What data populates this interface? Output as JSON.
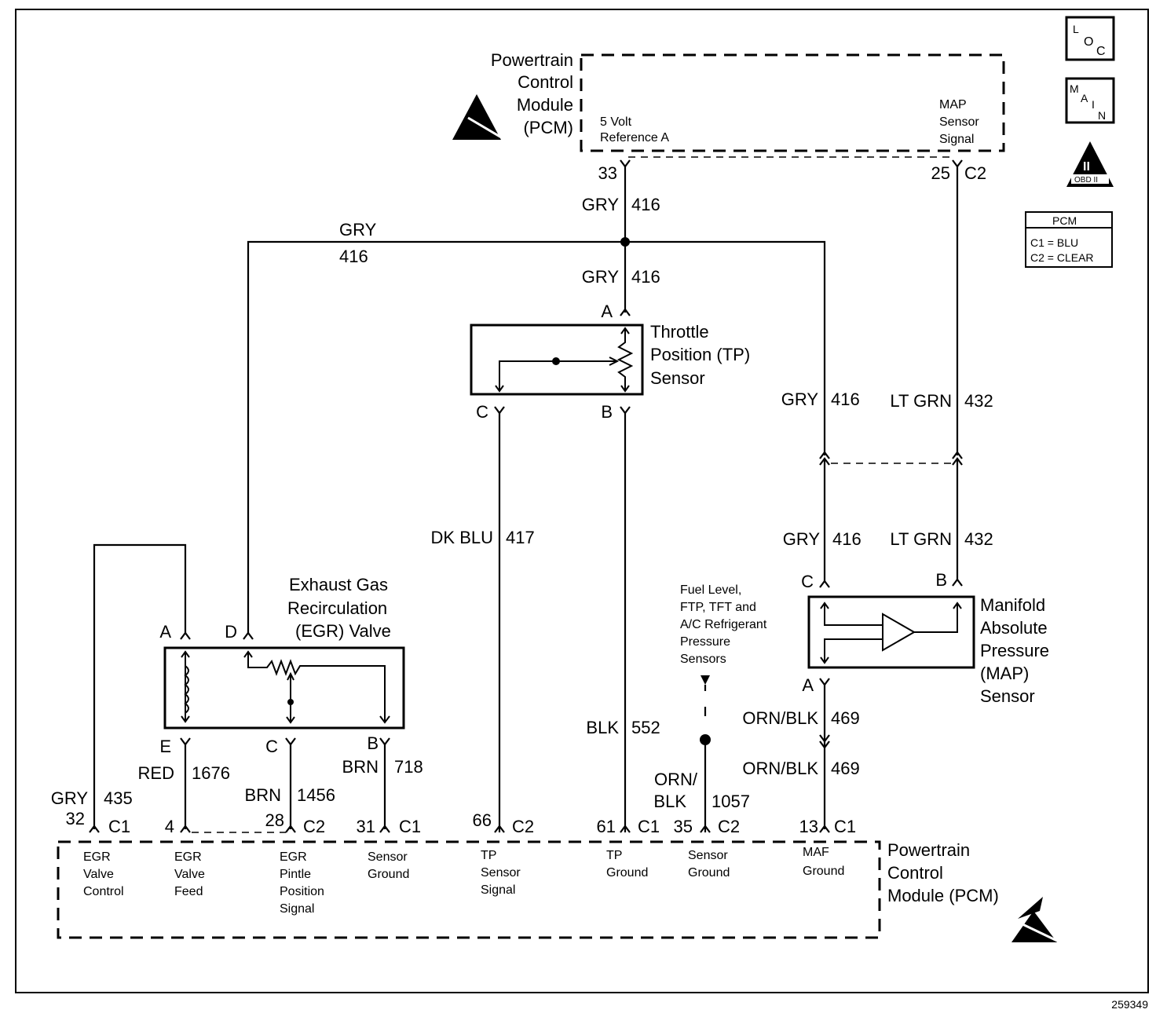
{
  "figure_id": "259349",
  "legend_icons": {
    "loc": {
      "letters": [
        "L",
        "O",
        "C"
      ],
      "meaning": "location"
    },
    "main": {
      "letters": [
        "M",
        "A",
        "I",
        "N"
      ],
      "meaning": "main"
    },
    "obd": {
      "numeral": "II",
      "label": "OBD II"
    }
  },
  "connector_table": {
    "title": "PCM",
    "rows": [
      "C1 = BLU",
      "C2 = CLEAR"
    ]
  },
  "pcm_top": {
    "title_lines": [
      "Powertrain",
      "Control",
      "Module",
      "(PCM)"
    ],
    "pin_labels": {
      "ref": [
        "5 Volt",
        "Reference A"
      ],
      "map": [
        "MAP",
        "Sensor",
        "Signal"
      ]
    },
    "pins": {
      "ref": {
        "num": "33",
        "conn": ""
      },
      "map": {
        "num": "25",
        "conn": "C2"
      }
    }
  },
  "pcm_bottom": {
    "title_lines": [
      "Powertrain",
      "Control",
      "Module (PCM)"
    ],
    "pins": [
      {
        "num": "32",
        "conn": "C1",
        "label": [
          "EGR",
          "Valve",
          "Control"
        ]
      },
      {
        "num": "4",
        "conn": "",
        "label": [
          "EGR",
          "Valve",
          "Feed"
        ]
      },
      {
        "num": "28",
        "conn": "C2",
        "label": [
          "EGR",
          "Pintle",
          "Position",
          "Signal"
        ]
      },
      {
        "num": "31",
        "conn": "C1",
        "label": [
          "Sensor",
          "Ground"
        ]
      },
      {
        "num": "66",
        "conn": "C2",
        "label": [
          "TP",
          "Sensor",
          "Signal"
        ]
      },
      {
        "num": "61",
        "conn": "C1",
        "label": [
          "TP",
          "Ground"
        ]
      },
      {
        "num": "35",
        "conn": "C2",
        "label": [
          "Sensor",
          "Ground"
        ]
      },
      {
        "num": "13",
        "conn": "C1",
        "label": [
          "MAF",
          "Ground"
        ]
      }
    ]
  },
  "wires": {
    "ref_top": {
      "color": "GRY",
      "circuit": "416"
    },
    "ref_horizontal": {
      "color": "GRY",
      "circuit": "416"
    },
    "ref_to_tp": {
      "color": "GRY",
      "circuit": "416"
    },
    "ref_to_map_upper": {
      "color": "GRY",
      "circuit": "416"
    },
    "ref_to_map_lower": {
      "color": "GRY",
      "circuit": "416"
    },
    "map_sig_upper": {
      "color": "LT GRN",
      "circuit": "432"
    },
    "map_sig_lower": {
      "color": "LT GRN",
      "circuit": "432"
    },
    "tp_signal": {
      "color": "DK BLU",
      "circuit": "417"
    },
    "tp_ground": {
      "color": "BLK",
      "circuit": "552"
    },
    "sensor_ground_shared": {
      "color_lines": [
        "ORN/",
        "BLK"
      ],
      "circuit": "1057"
    },
    "map_ground_upper": {
      "color": "ORN/BLK",
      "circuit": "469"
    },
    "map_ground_lower": {
      "color": "ORN/BLK",
      "circuit": "469"
    },
    "egr_control": {
      "color": "GRY",
      "circuit": "435"
    },
    "egr_feed": {
      "color": "RED",
      "circuit": "1676"
    },
    "egr_pintle": {
      "color": "BRN",
      "circuit": "1456"
    },
    "egr_ground": {
      "color": "BRN",
      "circuit": "718"
    }
  },
  "components": {
    "tp_sensor": {
      "name_lines": [
        "Throttle",
        "Position (TP)",
        "Sensor"
      ],
      "pins": [
        "A",
        "B",
        "C"
      ]
    },
    "egr_valve": {
      "name_lines": [
        "Exhaust Gas",
        "Recirculation",
        "(EGR) Valve"
      ],
      "pins": [
        "A",
        "D",
        "E",
        "C",
        "B"
      ]
    },
    "map_sensor": {
      "name_lines": [
        "Manifold",
        "Absolute",
        "Pressure",
        "(MAP)",
        "Sensor"
      ],
      "pins": [
        "C",
        "B",
        "A"
      ]
    },
    "other_sensors": {
      "name_lines": [
        "Fuel Level,",
        "FTP, TFT and",
        "A/C Refrigerant",
        "Pressure",
        "Sensors"
      ]
    }
  }
}
